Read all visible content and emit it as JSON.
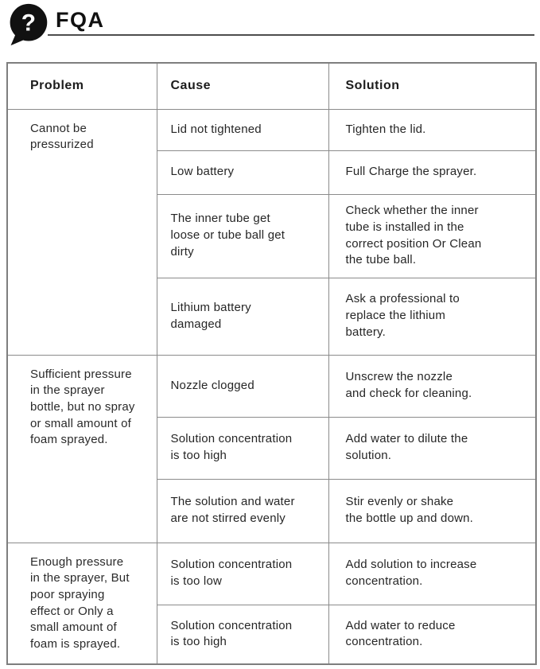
{
  "header": {
    "title": "FQA",
    "icon": "question-speech-bubble-icon",
    "icon_color": "#111111",
    "underline_color": "#4d4d4d"
  },
  "table": {
    "columns": [
      "Problem",
      "Cause",
      "Solution"
    ],
    "border_color": "#8b8b8b",
    "groups": [
      {
        "problem": "Cannot be\npressurized",
        "rows": [
          {
            "cause": "Lid not tightened",
            "solution": "Tighten the lid."
          },
          {
            "cause": "Low battery",
            "solution": "Full Charge the sprayer."
          },
          {
            "cause": "The inner tube get\nloose or tube ball get\ndirty",
            "solution": "Check whether the inner\ntube is installed in the\ncorrect position Or Clean\nthe tube ball."
          },
          {
            "cause": "Lithium battery\ndamaged",
            "solution": "Ask a professional to\nreplace the lithium\nbattery."
          }
        ]
      },
      {
        "problem": "Sufficient pressure\nin the sprayer\nbottle, but no spray\nor small amount of\nfoam sprayed.",
        "rows": [
          {
            "cause": "Nozzle clogged",
            "solution": "Unscrew the nozzle\nand check for cleaning."
          },
          {
            "cause": "Solution concentration\nis too high",
            "solution": "Add water to dilute the\nsolution."
          },
          {
            "cause": "The solution and water\nare not stirred evenly",
            "solution": "Stir evenly or shake\nthe bottle up and down."
          }
        ]
      },
      {
        "problem": "Enough pressure\nin the sprayer, But\npoor spraying\neffect or Only a\nsmall amount of\nfoam is sprayed.",
        "rows": [
          {
            "cause": "Solution concentration\nis too low",
            "solution": "Add solution to increase\nconcentration."
          },
          {
            "cause": "Solution concentration\nis too high",
            "solution": "Add water to reduce\nconcentration."
          }
        ]
      }
    ]
  }
}
